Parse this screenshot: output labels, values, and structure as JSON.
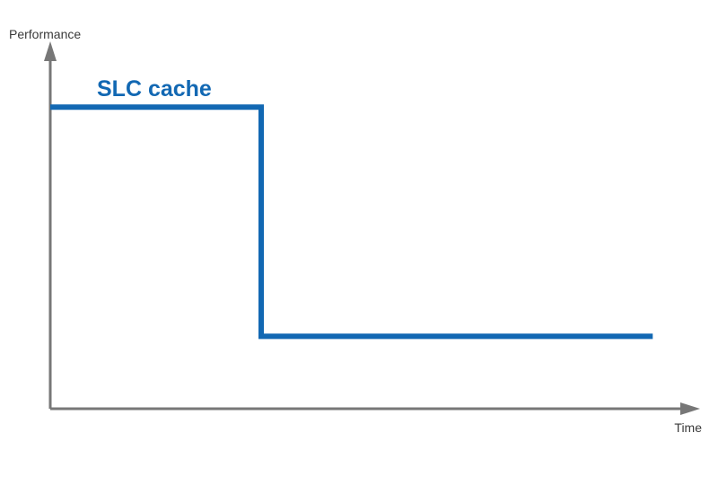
{
  "chart_data": {
    "type": "line",
    "ylabel": "Performance",
    "xlabel": "Time",
    "annotations": [
      {
        "text": "SLC cache"
      }
    ],
    "series": [
      {
        "x": [
          0,
          35,
          35,
          100
        ],
        "y": [
          100,
          100,
          24,
          24
        ]
      }
    ],
    "xlim": [
      0,
      108
    ],
    "ylim": [
      0,
      120
    ],
    "grid": false,
    "legend": "none",
    "colors": {
      "line": "#1268b3",
      "axis": "#777777",
      "text": "#3a3a3a"
    }
  }
}
